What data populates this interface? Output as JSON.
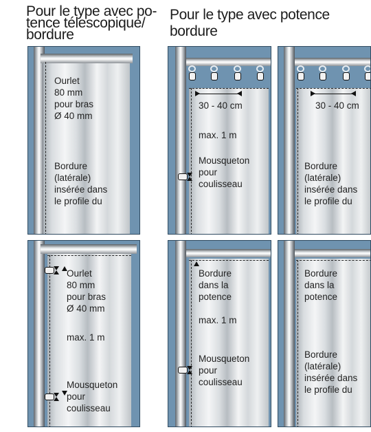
{
  "headings": {
    "left": [
      "Pour le type avec po-",
      "tence télescopique/",
      "bordure"
    ],
    "right": [
      "Pour le type avec potence",
      "bordure"
    ]
  },
  "panels": {
    "p1": [
      "Ourlet\n80 mm\npour bras\nØ 40 mm",
      "Bordure\n(latérale)\ninsérée dans\nle profile du"
    ],
    "p2": [
      "30 - 40 cm",
      "max. 1 m",
      "Mousqueton\npour\ncoulisseau"
    ],
    "p3": [
      "30 - 40 cm",
      "Bordure\n(latérale)\ninsérée dans\nle profile du"
    ],
    "p4": [
      "Ourlet\n80 mm\npour bras\nØ 40 mm",
      "max. 1 m",
      "Mousqueton\npour\ncoulisseau"
    ],
    "p5": [
      "Bordure\ndans la\npotence",
      "max. 1 m",
      "Mousqueton\npour\ncoulisseau"
    ],
    "p6": [
      "Bordure\ndans la\npotence",
      "Bordure\n(latérale)\ninsérée dans\nle profile du"
    ]
  },
  "icons": [
    "carabiner-clip-icon",
    "curtain-hook-icon",
    "measure-arrow-icon"
  ]
}
